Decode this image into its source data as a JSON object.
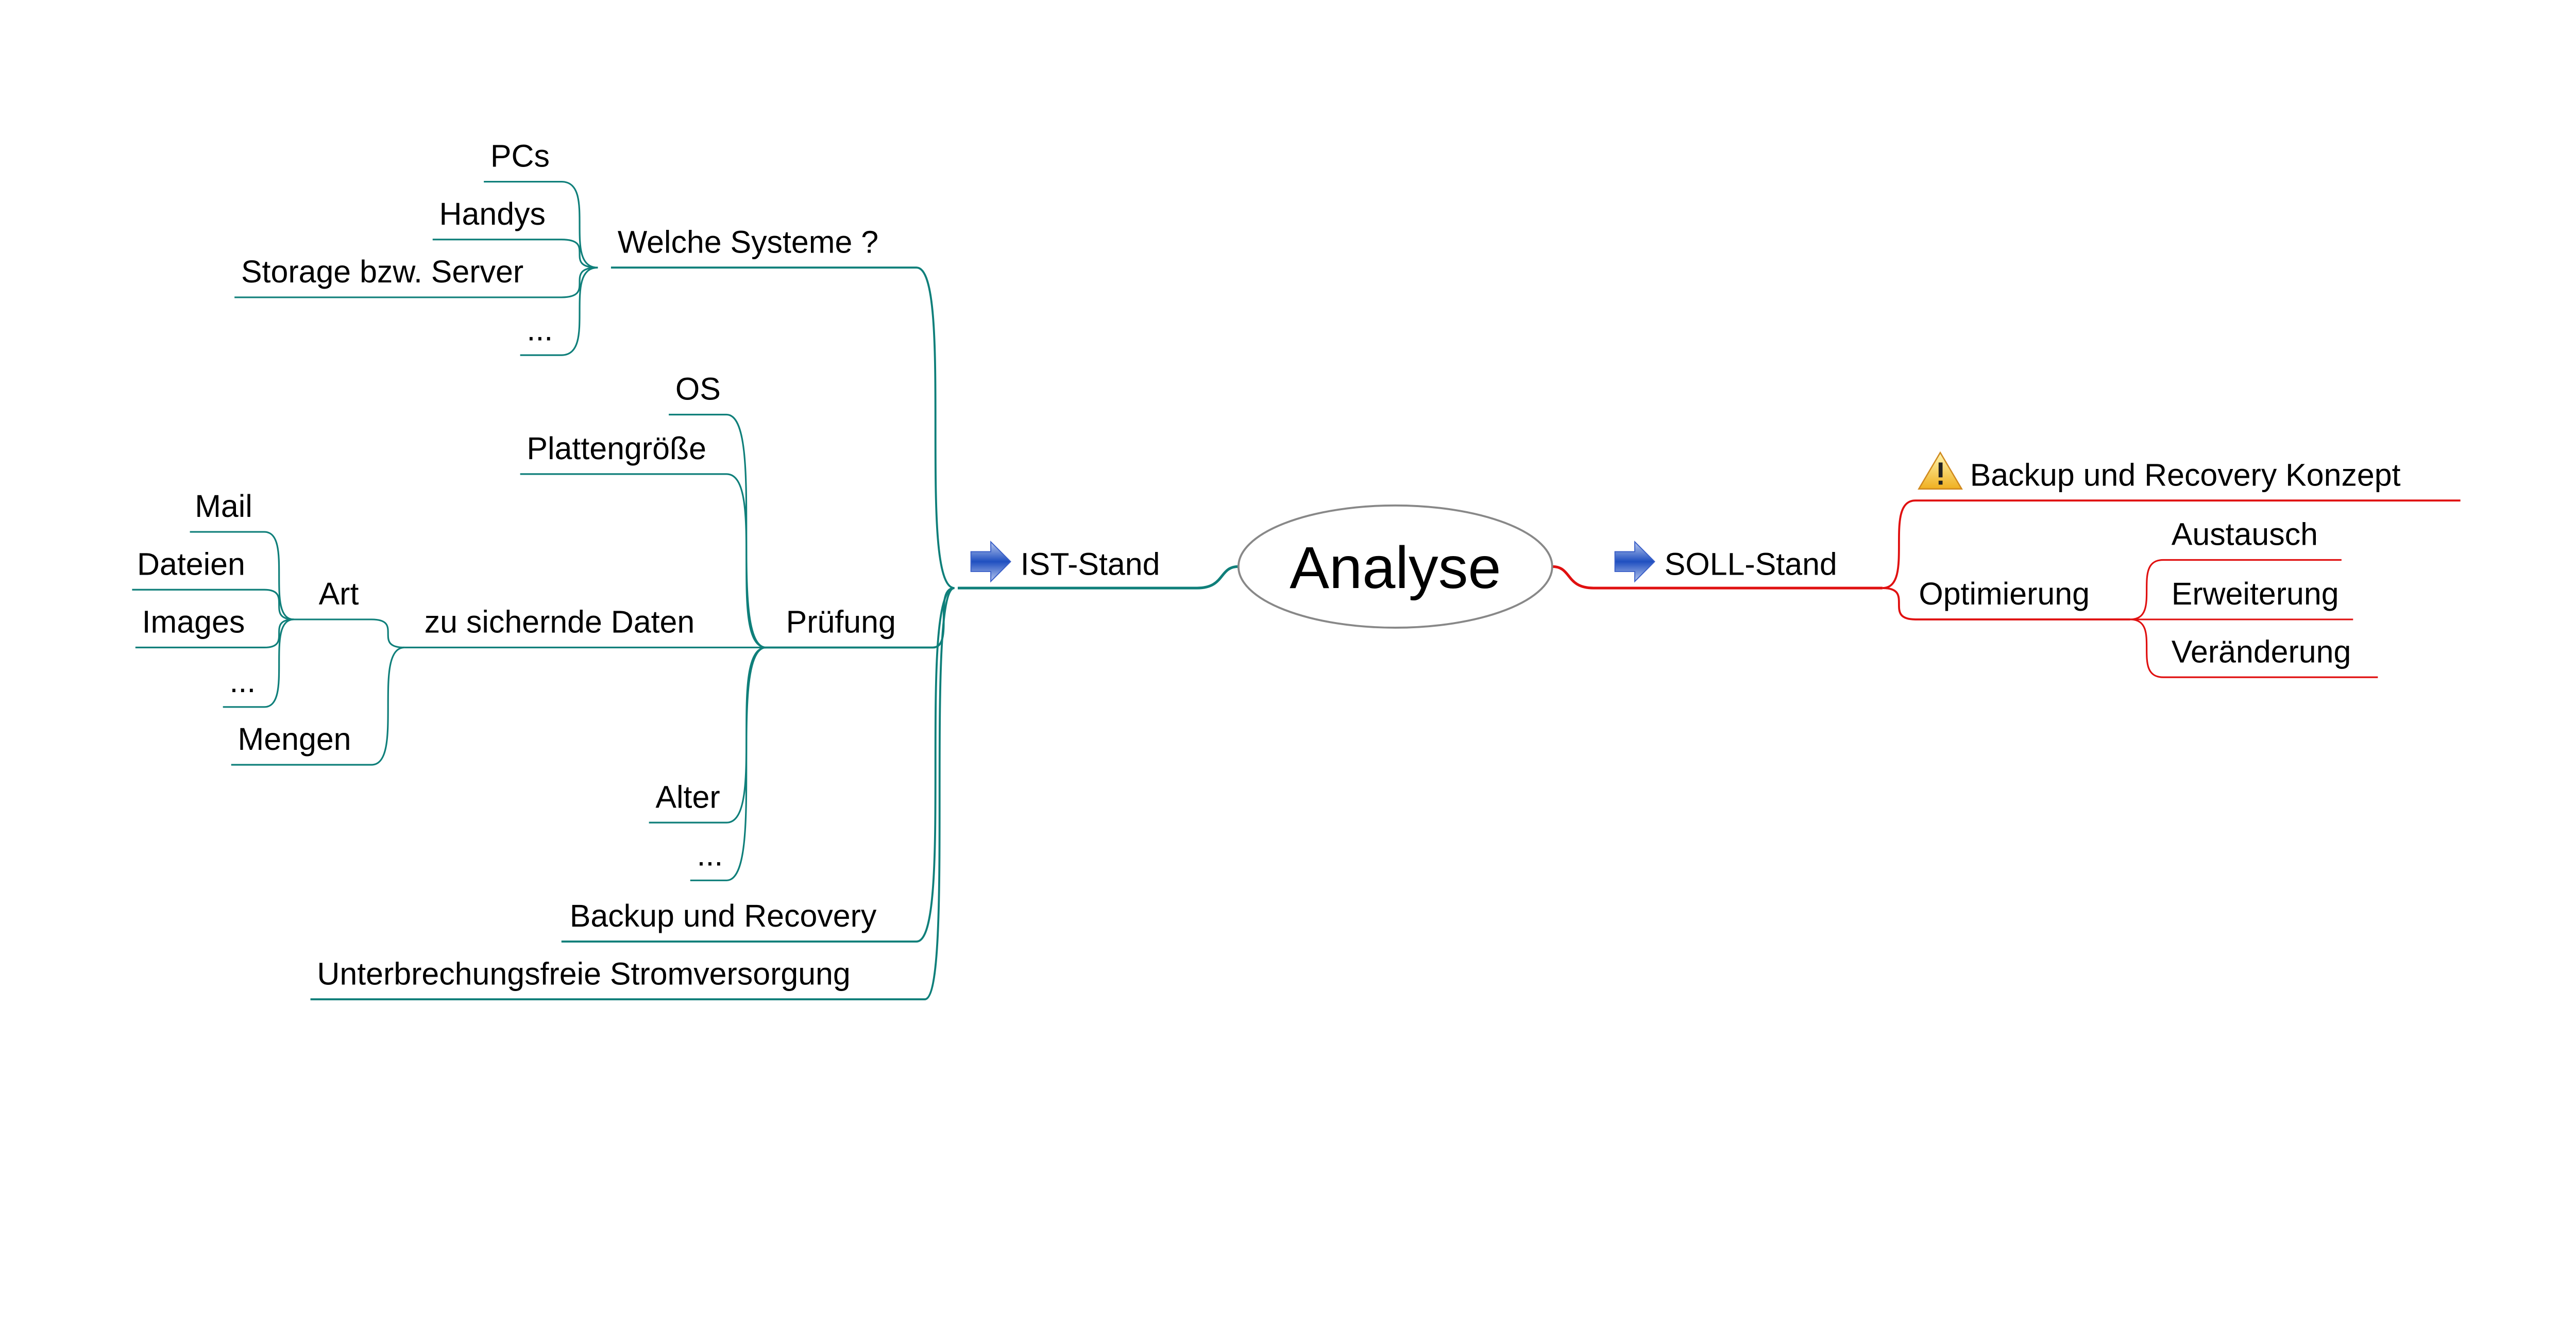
{
  "center": {
    "label": "Analyse"
  },
  "colors": {
    "ist": "#0f7f7a",
    "soll": "#e01010",
    "ellipse": "#888888"
  },
  "ist": {
    "label": "IST-Stand",
    "icon": "blue-arrow-icon",
    "children": {
      "welche": {
        "label": "Welche Systeme ?",
        "children": {
          "pcs": "PCs",
          "handys": "Handys",
          "storage": "Storage bzw. Server",
          "dots": "..."
        }
      },
      "pruefung": {
        "label": "Prüfung",
        "children": {
          "os": "OS",
          "platten": "Plattengröße",
          "daten": {
            "label": "zu sichernde Daten",
            "children": {
              "art": {
                "label": "Art",
                "children": {
                  "mail": "Mail",
                  "dateien": "Dateien",
                  "images": "Images",
                  "dots": "..."
                }
              },
              "mengen": "Mengen"
            }
          },
          "alter": "Alter",
          "dots": "..."
        }
      },
      "backup": {
        "label": "Backup und Recovery"
      },
      "usv": {
        "label": "Unterbrechungsfreie Stromversorgung"
      }
    }
  },
  "soll": {
    "label": "SOLL-Stand",
    "icon": "blue-arrow-icon",
    "children": {
      "konzept": {
        "label": "Backup und Recovery Konzept",
        "icon": "warning-icon"
      },
      "optimierung": {
        "label": "Optimierung",
        "children": {
          "austausch": "Austausch",
          "erweiterung": "Erweiterung",
          "veraenderung": "Veränderung"
        }
      }
    }
  }
}
